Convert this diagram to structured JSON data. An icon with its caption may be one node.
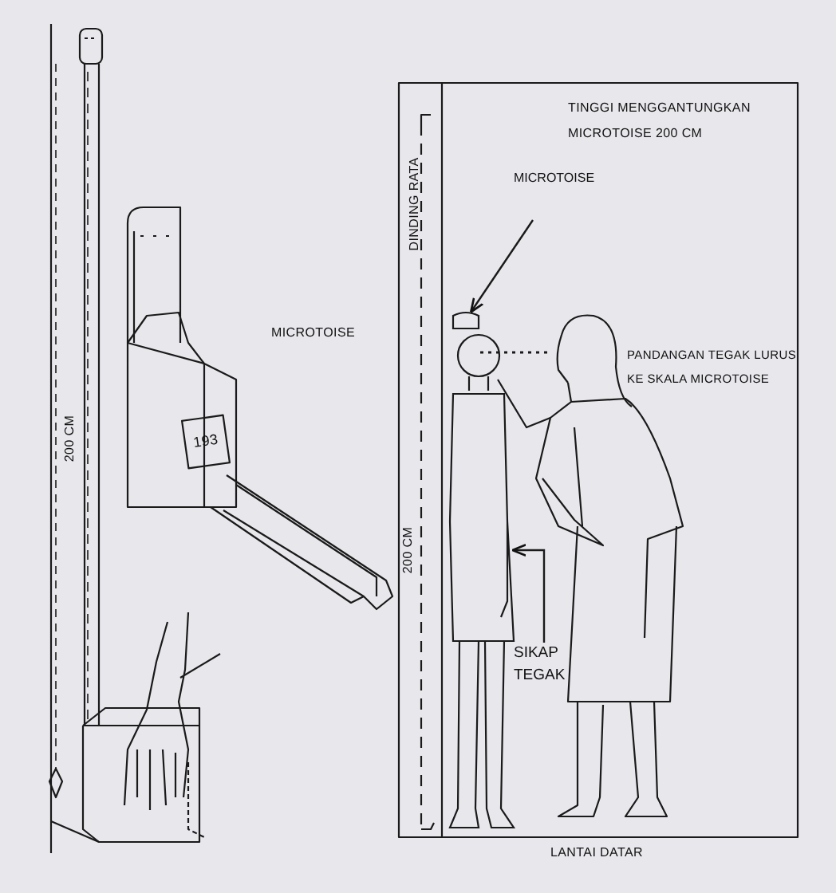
{
  "diagram": {
    "nodes": [
      {
        "text": [
          "MICROTOISE"
        ]
      },
      {
        "text": [],
        "shape": "picture"
      },
      {
        "text": [
          "SIKAP TEGAK"
        ]
      },
      {
        "text": [],
        "shape": "person"
      }
    ],
    "edges": [
      {
        "from": 0,
        "to": 1,
        "arrow": "to"
      },
      {
        "from": 2,
        "to": 3,
        "arrow": "to"
      }
    ],
    "labels": [
      "TINGGI MENGGANTUNGKAN MICROTOISE 200 CM",
      "DINDING RATA",
      "PANDANGAN TEGAK LURUS KE SKALA MICROTOISE",
      "MICROTOISE",
      "200 CM",
      "193",
      "200 CM",
      "LANTAI DATAR"
    ]
  }
}
